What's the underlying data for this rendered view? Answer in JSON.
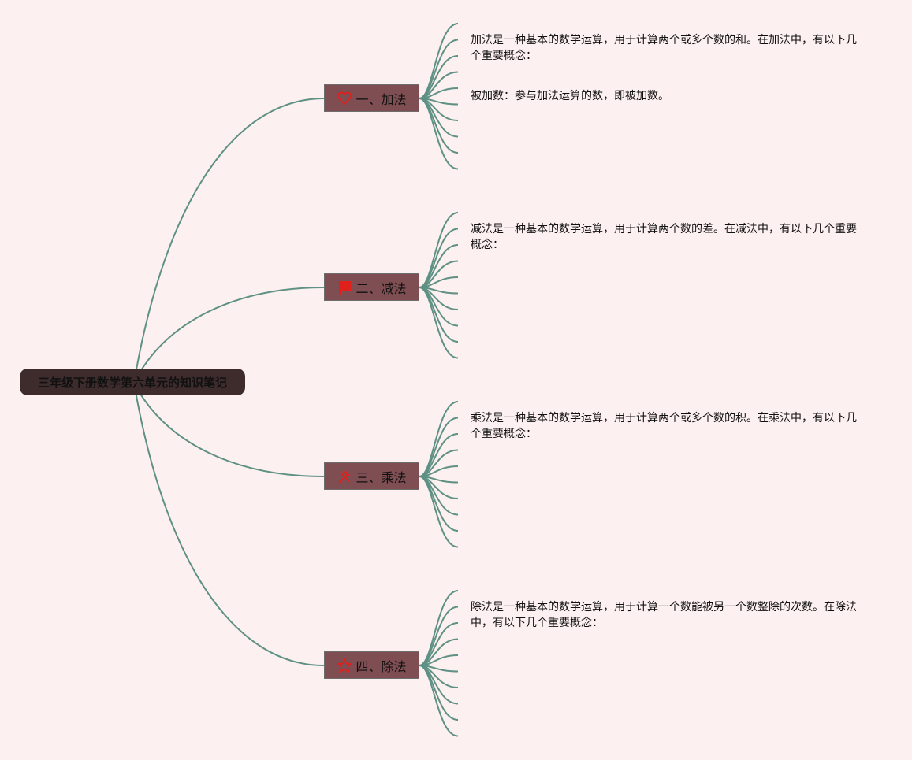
{
  "root": {
    "label": "三年级下册数学第六单元的知识笔记"
  },
  "branches": [
    {
      "label": "一、加法",
      "icon": "heart-icon",
      "notes": [
        "加法是一种基本的数学运算，用于计算两个或多个数的和。在加法中，有以下几个重要概念：",
        "被加数：参与加法运算的数，即被加数。"
      ]
    },
    {
      "label": "二、减法",
      "icon": "flag-icon",
      "notes": [
        "减法是一种基本的数学运算，用于计算两个数的差。在减法中，有以下几个重要概念："
      ]
    },
    {
      "label": "三、乘法",
      "icon": "tools-icon",
      "notes": [
        "乘法是一种基本的数学运算，用于计算两个或多个数的积。在乘法中，有以下几个重要概念："
      ]
    },
    {
      "label": "四、除法",
      "icon": "star-icon",
      "notes": [
        "除法是一种基本的数学运算，用于计算一个数能被另一个数整除的次数。在除法中，有以下几个重要概念："
      ]
    }
  ],
  "colors": {
    "background": "#fdf0f0",
    "edge": "#5e9184",
    "branch_fill": "#7f4e52",
    "root_fill": "#3e2b2c",
    "icon": "#e0201b"
  }
}
